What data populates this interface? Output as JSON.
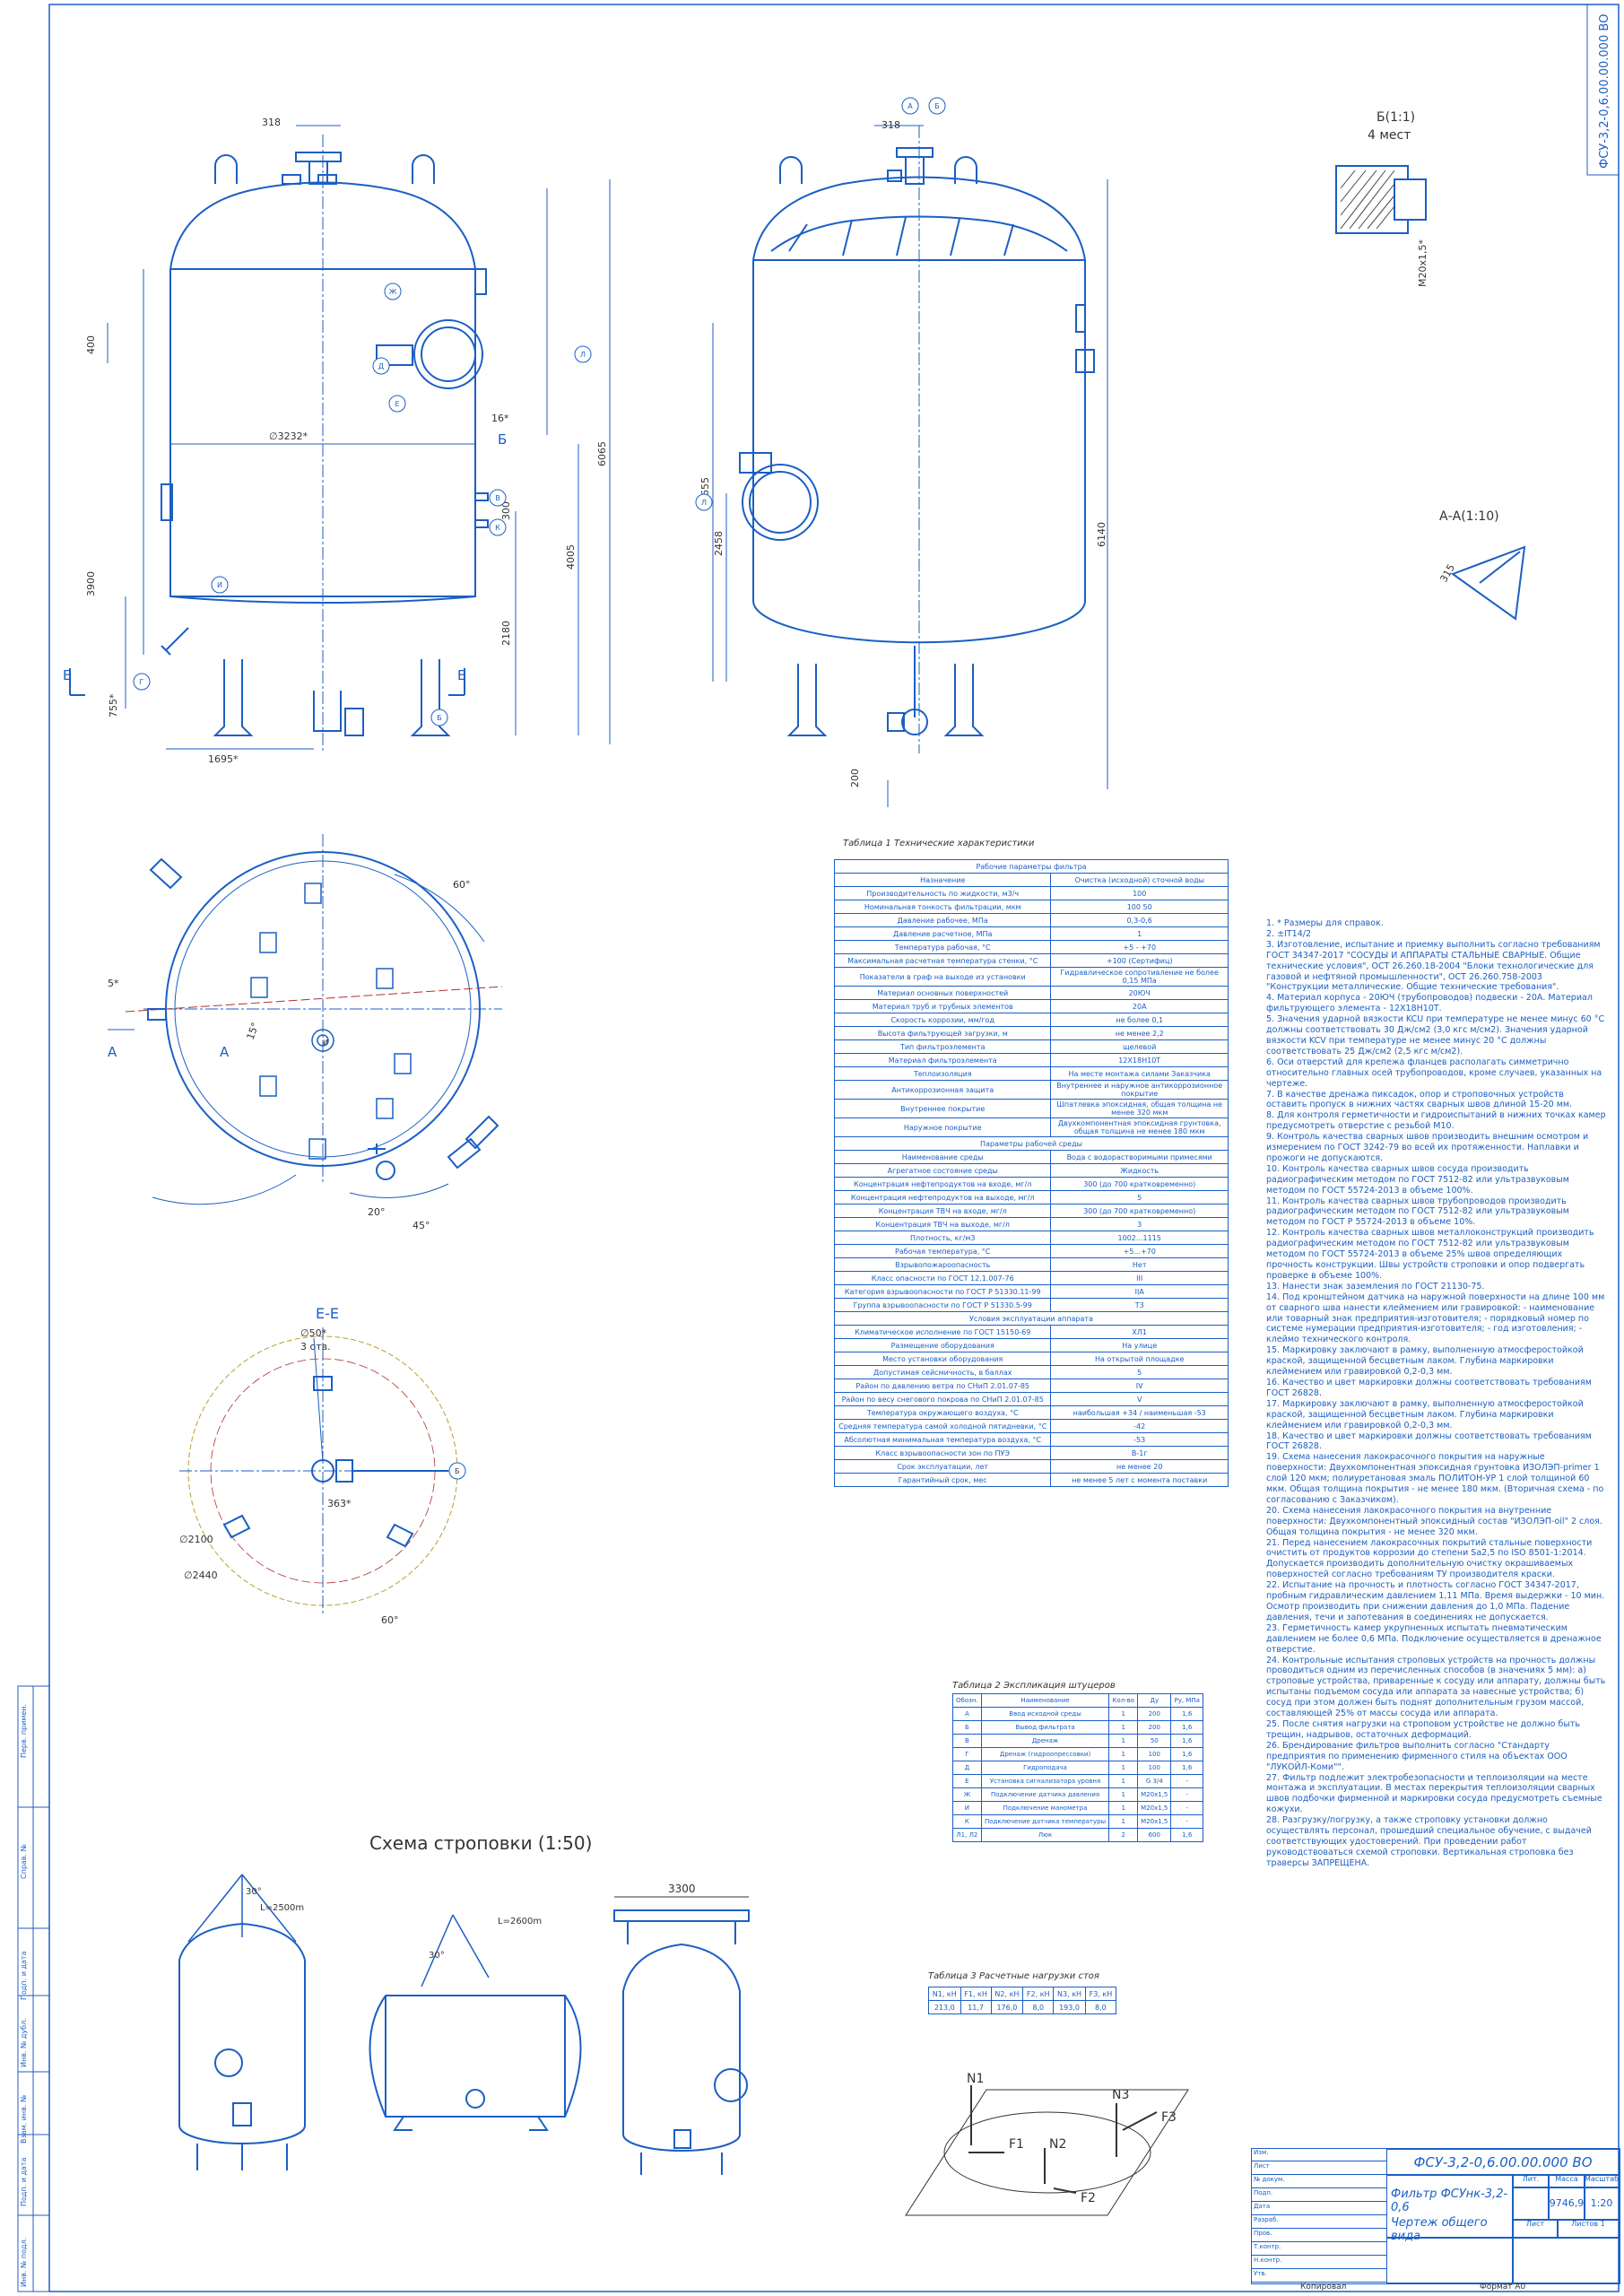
{
  "sheet": {
    "code_rotated": "ФСУ-3,2-0,6.00.00.000 ВО",
    "scheme_title": "Схема строповки (1:50)",
    "format_label": "Формат А0",
    "copied_label": "Копировал"
  },
  "dimensions": {
    "top_318_a": "318",
    "top_318_b": "318",
    "d3232": "∅3232*",
    "d400": "400",
    "d6065": "6065",
    "d3900": "3900",
    "d4005": "4005",
    "d2180": "2180",
    "d300": "300",
    "d16": "16*",
    "d755": "755*",
    "d1695": "1695*",
    "d4655": "4655",
    "d2458": "2458",
    "d6140": "6140",
    "d200": "200",
    "d315": "315",
    "m20": "М20х1,5*",
    "d5": "5*",
    "d20": "20°",
    "d45": "45°",
    "d60a": "60°",
    "d60b": "60°",
    "d15": "15°",
    "d363": "363*",
    "d2100": "∅2100",
    "d2440": "∅2440",
    "d50": "∅50*",
    "n3": "3 отв.",
    "d3300": "3300",
    "sling1": "L=2500m",
    "sling2": "L=2600m",
    "ang1": "30°",
    "ang2": "30°"
  },
  "section_labels": {
    "b_title": "Б(1:1)",
    "b_sub": "4 мест",
    "aa_title": "А-А(1:10)",
    "ee_title": "Е-Е",
    "b_mark": "Б",
    "e_left": "Е",
    "e_right": "Е",
    "a_left": "А",
    "a_mid": "А"
  },
  "nozzle_marks": [
    "Ж",
    "Д",
    "Е",
    "В",
    "К",
    "И",
    "Г",
    "Б",
    "А",
    "Б",
    "Л",
    "Л",
    "И"
  ],
  "table1": {
    "caption": "Таблица 1 Технические характеристики",
    "section1": "Рабочие параметры фильтра",
    "rows": [
      [
        "Назначение",
        "Очистка (исходной) сточной воды"
      ],
      [
        "Производительность по жидкости, м3/ч",
        "100"
      ],
      [
        "Номинальная тонкость фильтрации, мкм",
        "100    50"
      ],
      [
        "Давление рабочее, МПа",
        "0,3-0,6"
      ],
      [
        "Давление расчетное, МПа",
        "1"
      ],
      [
        "Температура рабочая, °С",
        "+5 - +70"
      ],
      [
        "Максимальная расчетная температура стенки, °С",
        "+100 (Сертифиц)"
      ],
      [
        "Показатели в граф на выходе из установки",
        "Гидравлическое сопротивление не более 0,15 МПа"
      ],
      [
        "Материал основных поверхностей",
        "20ЮЧ"
      ],
      [
        "Материал труб и трубных элементов",
        "20А"
      ],
      [
        "Скорость коррозии, мм/год",
        "не более 0,1"
      ],
      [
        "Высота фильтрующей загрузки, м",
        "не менее 2,2"
      ],
      [
        "Тип фильтроэлемента",
        "щелевой"
      ],
      [
        "Материал фильтроэлемента",
        "12Х18Н10Т"
      ],
      [
        "Теплоизоляция",
        "На месте монтажа силами Заказчика"
      ],
      [
        "Антикоррозионная защита",
        "Внутреннее и наружное антикоррозионное покрытие"
      ],
      [
        "Внутреннее покрытие",
        "Шпатлевка эпоксидная, общая толщина не менее 320 мкм"
      ],
      [
        "Наружное покрытие",
        "Двухкомпонентная эпоксидная грунтовка, общая толщина не менее 180 мкм"
      ]
    ],
    "section2": "Параметры рабочей среды",
    "rows2": [
      [
        "Наименование среды",
        "Вода с водорастворимыми примесями"
      ],
      [
        "Агрегатное состояние среды",
        "Жидкость"
      ],
      [
        "Концентрация нефтепродуктов на входе, мг/л",
        "300 (до 700 кратковременно)"
      ],
      [
        "Концентрация нефтепродуктов на выходе, мг/л",
        "5"
      ],
      [
        "Концентрация ТВЧ на входе, мг/л",
        "300 (до 700 кратковременно)"
      ],
      [
        "Концентрация ТВЧ на выходе, мг/л",
        "3"
      ],
      [
        "Плотность, кг/м3",
        "1002...1115"
      ],
      [
        "Рабочая температура, °С",
        "+5...+70"
      ],
      [
        "Взрывопожароопасность",
        "Нет"
      ],
      [
        "Класс опасности по ГОСТ 12.1.007-76",
        "III"
      ],
      [
        "Категория взрывоопасности по ГОСТ Р 51330.11-99",
        "IIА"
      ],
      [
        "Группа взрывоопасности по ГОСТ Р 51330.5-99",
        "Т3"
      ]
    ],
    "section3": "Условия эксплуатации аппарата",
    "rows3": [
      [
        "Климатическое исполнение по ГОСТ 15150-69",
        "ХЛ1"
      ],
      [
        "Размещение оборудования",
        "На улице"
      ],
      [
        "Место установки оборудования",
        "На открытой площадке"
      ],
      [
        "Допустимая сейсмичность, в баллах",
        "5"
      ],
      [
        "Район по давлению ветра по СНиП 2.01.07-85",
        "IV"
      ],
      [
        "Район по весу снегового покрова по СНиП 2.01.07-85",
        "V"
      ],
      [
        "Температура окружающего воздуха, °С",
        "наибольшая +34 / наименьшая -53"
      ],
      [
        "Средняя температура самой холодной пятидневки, °С",
        "-42"
      ],
      [
        "Абсолютная минимальная температура воздуха, °С",
        "-53"
      ],
      [
        "Класс взрывоопасности зон по ПУЭ",
        "В-1г"
      ],
      [
        "Срок эксплуатации, лет",
        "не менее 20"
      ],
      [
        "Гарантийный срок, мес",
        "не менее 5 лет с момента поставки"
      ]
    ]
  },
  "table2": {
    "caption": "Таблица 2 Экспликация штуцеров",
    "header": [
      "Обозн.",
      "Наименование",
      "Кол-во",
      "Ду",
      "Ру, МПа"
    ],
    "rows": [
      [
        "А",
        "Ввод исходной среды",
        "1",
        "200",
        "1,6"
      ],
      [
        "Б",
        "Вывод фильтрата",
        "1",
        "200",
        "1,6"
      ],
      [
        "В",
        "Дренаж",
        "1",
        "50",
        "1,6"
      ],
      [
        "Г",
        "Дренаж (гидроопрессовки)",
        "1",
        "100",
        "1,6"
      ],
      [
        "Д",
        "Гидроподача",
        "1",
        "100",
        "1,6"
      ],
      [
        "Е",
        "Установка сигнализатора уровня",
        "1",
        "G 3/4",
        "-"
      ],
      [
        "Ж",
        "Подключение датчика давления",
        "1",
        "М20х1,5",
        "-"
      ],
      [
        "И",
        "Подключение манометра",
        "1",
        "М20х1,5",
        "-"
      ],
      [
        "К",
        "Подключение датчика температуры",
        "1",
        "М20х1,5",
        "-"
      ],
      [
        "Л1, Л2",
        "Люк",
        "2",
        "600",
        "1,6"
      ]
    ]
  },
  "table3": {
    "caption": "Таблица 3 Расчетные нагрузки стоя",
    "header": [
      "N1, кН",
      "F1, кН",
      "N2, кН",
      "F2, кН",
      "N3, кН",
      "F3, кН"
    ],
    "row": [
      "213,0",
      "11,7",
      "176,0",
      "8,0",
      "193,0",
      "8,0"
    ]
  },
  "notes": [
    "1. * Размеры для справок.",
    "2. ±IT14/2",
    "3. Изготовление, испытание и приемку выполнить согласно требованиям ГОСТ 34347-2017 \"СОСУДЫ И АППАРАТЫ СТАЛЬНЫЕ СВАРНЫЕ. Общие технические условия\", ОСТ 26.260.18-2004 \"Блоки технологические для газовой и нефтяной промышленности\", ОСТ 26.260.758-2003 \"Конструкции металлические. Общие технические требования\".",
    "4. Материал корпуса - 20ЮЧ (трубопроводов) подвески - 20А. Материал фильтрующего элемента - 12Х18Н10Т.",
    "5. Значения ударной вязкости KCU при температуре не менее минус 60 °С должны соответствовать 30 Дж/см2 (3,0 кгс м/см2). Значения ударной вязкости KCV при температуре не менее минус 20 °С должны соответствовать 25 Дж/см2 (2,5 кгс м/см2).",
    "6. Оси отверстий для крепежа фланцев располагать симметрично относительно главных осей трубопроводов, кроме случаев, указанных на чертеже.",
    "7. В качестве дренажа пиксадок, опор и строповочных устройств оставить пропуск в нижних частях сварных швов длиной 15-20 мм.",
    "8. Для контроля герметичности и гидроиспытаний в нижних точках камер предусмотреть отверстие с резьбой М10.",
    "9. Контроль качества сварных швов производить внешним осмотром и измерением по ГОСТ 3242-79 во всей их протяженности. Наплавки и прожоги не допускаются.",
    "10. Контроль качества сварных швов сосуда производить радиографическим методом по ГОСТ 7512-82 или ультразвуковым методом по ГОСТ 55724-2013 в объеме 100%.",
    "11. Контроль качества сварных швов трубопроводов производить радиографическим методом по ГОСТ 7512-82 или ультразвуковым методом по ГОСТ Р 55724-2013 в объеме 10%.",
    "12. Контроль качества сварных швов металлоконструкций производить радиографическим методом по ГОСТ 7512-82 или ультразвуковым методом по ГОСТ 55724-2013 в объеме 25% швов определяющих прочность конструкции. Швы устройств строповки и опор подвергать проверке в объеме 100%.",
    "13. Нанести знак заземления по ГОСТ 21130-75.",
    "14. Под кронштейном датчика на наружной поверхности на длине 100 мм от сварного шва нанести клеймением или гравировкой: - наименование или товарный знак предприятия-изготовителя; - порядковый номер по системе нумерации предприятия-изготовителя; - год изготовления; - клеймо технического контроля.",
    "15. Маркировку заключают в рамку, выполненную атмосферостойкой краской, защищенной бесцветным лаком. Глубина маркировки клеймением или гравировкой 0,2-0,3 мм.",
    "16. Качество и цвет маркировки должны соответствовать требованиям ГОСТ 26828.",
    "17. Маркировку заключают в рамку, выполненную атмосферостойкой краской, защищенной бесцветным лаком. Глубина маркировки клеймением или гравировкой 0,2-0,3 мм.",
    "18. Качество и цвет маркировки должны соответствовать требованиям ГОСТ 26828.",
    "19. Схема нанесения лакокрасочного покрытия на наружные поверхности: Двухкомпонентная эпоксидная грунтовка ИЗОЛЭП-primer 1 слой 120 мкм; полиуретановая эмаль ПОЛИТОН-УР 1 слой толщиной 60 мкм. Общая толщина покрытия - не менее 180 мкм. (Вторичная схема - по согласованию с Заказчиком).",
    "20. Схема нанесения лакокрасочного покрытия на внутренние поверхности: Двухкомпонентный эпоксидный состав \"ИЗОЛЭП-oil\" 2 слоя. Общая толщина покрытия - не менее 320 мкм.",
    "21. Перед нанесением лакокрасочных покрытий стальные поверхности очистить от продуктов коррозии до степени Sa2,5 по ISO 8501-1:2014. Допускается производить дополнительную очистку окрашиваемых поверхностей согласно требованиям ТУ производителя краски.",
    "22. Испытание на прочность и плотность согласно ГОСТ 34347-2017, пробным гидравлическим давлением 1,11 МПа. Время выдержки - 10 мин. Осмотр производить при снижении давления до 1,0 МПа. Падение давления, течи и запотевания в соединениях не допускается.",
    "23. Герметичность камер укрупненных испытать пневматическим давлением не более 0,6 МПа. Подключение осуществляется в дренажное отверстие.",
    "24. Контрольные испытания строповых устройств на прочность должны проводиться одним из перечисленных способов (в значениях 5 мм): а) строповые устройства, приваренные к сосуду или аппарату, должны быть испытаны подъемом сосуда или аппарата за навесные устройства; б) сосуд при этом должен быть поднят дополнительным грузом массой, составляющей 25% от массы сосуда или аппарата.",
    "25. После снятия нагрузки на строповом устройстве не должно быть трещин, надрывов, остаточных деформаций.",
    "26. Брендирование фильтров выполнить согласно \"Стандарту предприятия по применению фирменного стиля на объектах ООО \"ЛУКОЙЛ-Коми\"\".",
    "27. Фильтр подлежит электробезопасности и теплоизоляции на месте монтажа и эксплуатации. В местах перекрытия теплоизоляции сварных швов подбочки фирменной и маркировки сосуда предусмотреть съемные кожухи.",
    "28. Разгрузку/погрузку, а также строповку установки должно осуществлять персонал, прошедший специальное обучение, с выдачей соответствующих удостоверений. При проведении работ руководствоваться схемой строповки. Вертикальная строповка без траверсы ЗАПРЕЩЕНА."
  ],
  "forces": {
    "n1": "N1",
    "n2": "N2",
    "n3": "N3",
    "f1": "F1",
    "f2": "F2",
    "f3": "F3"
  },
  "title_block": {
    "code": "ФСУ-3,2-0,6.00.00.000 ВО",
    "name_line1": "Фильтр ФСУнк-3,2-0,6",
    "name_line2": "Чертеж общего вида",
    "lit_label": "Лит.",
    "mass_label": "Масса",
    "scale_label": "Масштаб",
    "mass_value": "9746,9",
    "scale_value": "1:20",
    "sheet_label": "Лист",
    "sheets_label": "Листов 1",
    "roles": [
      "Изм.",
      "Лист",
      "№ докум.",
      "Подп.",
      "Дата",
      "Разраб.",
      "Пров.",
      "Т.контр.",
      "Н.контр.",
      "Утв."
    ],
    "side_labels": [
      "Перв. примен.",
      "Справ. №",
      "Подп. и дата",
      "Инв. № дубл.",
      "Взам. инв. №",
      "Подп. и дата",
      "Инв. № подл."
    ]
  },
  "colors": {
    "ink": "#1b5fc4",
    "dim": "#333333",
    "crimson": "#b03030",
    "hatch": "#444444"
  }
}
